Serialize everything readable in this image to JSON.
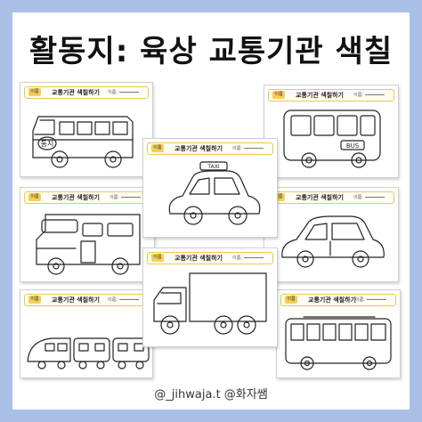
{
  "page": {
    "title": "활동지: 육상 교통기관 색칠",
    "footer": "@_jihwaja.t @화자쌤"
  },
  "worksheet": {
    "badge": "이름",
    "card_title": "교통기관 색칠하기",
    "name_label": "이름:"
  },
  "vehicle_labels": {
    "school_bus": "통지",
    "taxi": "TAXI",
    "bus": "BUS"
  },
  "colors": {
    "background": "#a9bfe6",
    "panel": "#ffffff",
    "accent_yellow": "#f5cf55"
  }
}
